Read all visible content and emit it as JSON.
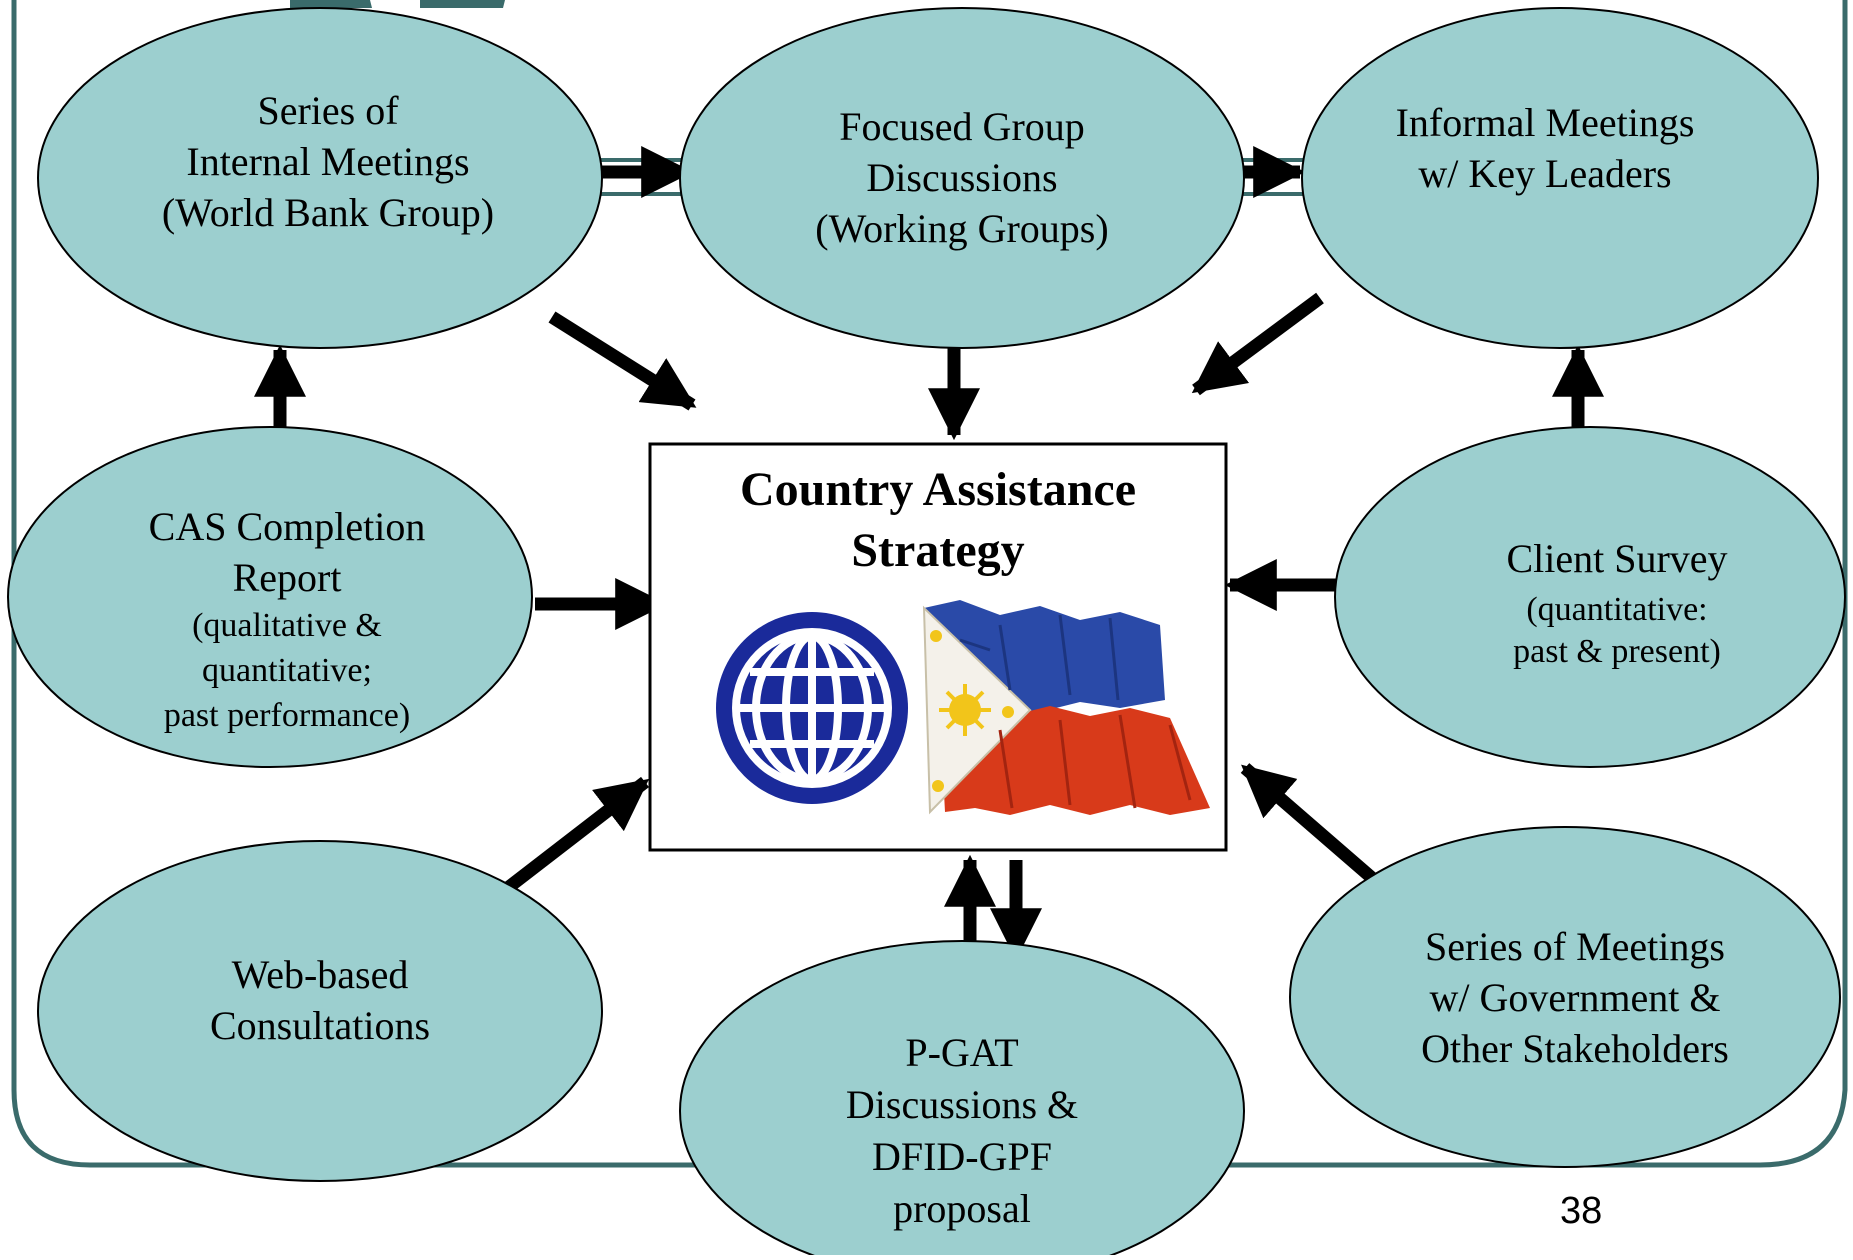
{
  "center": {
    "title_line1": "Country Assistance",
    "title_line2": "Strategy",
    "logos": [
      "world-bank-globe-logo",
      "philippine-flag"
    ]
  },
  "nodes": {
    "internal_meetings": [
      "Series of",
      "Internal Meetings",
      "(World Bank Group)"
    ],
    "focused_groups": [
      "Focused Group",
      "Discussions",
      "(Working Groups)"
    ],
    "informal_meetings": [
      "Informal Meetings",
      "w/ Key Leaders"
    ],
    "cas_completion": {
      "main": [
        "CAS Completion",
        "Report"
      ],
      "sub": [
        "(qualitative &",
        "quantitative;",
        "past performance)"
      ]
    },
    "client_survey": {
      "main": [
        "Client Survey"
      ],
      "sub": [
        "(quantitative:",
        "past & present)"
      ]
    },
    "web_consultations": [
      "Web-based",
      "Consultations"
    ],
    "pgat": [
      "P-GAT",
      "Discussions &",
      "DFID-GPF",
      "proposal"
    ],
    "govt_meetings": [
      "Series of Meetings",
      "w/ Government &",
      "Other Stakeholders"
    ]
  },
  "page_number": "38",
  "colors": {
    "ellipse_fill": "#9ccfcf",
    "frame": "#3a6b6b",
    "arrow": "#000000",
    "globe": "#1a2a9a",
    "flag_blue": "#2a4aa8",
    "flag_red": "#d83a1a",
    "flag_sun": "#f2c51a"
  }
}
